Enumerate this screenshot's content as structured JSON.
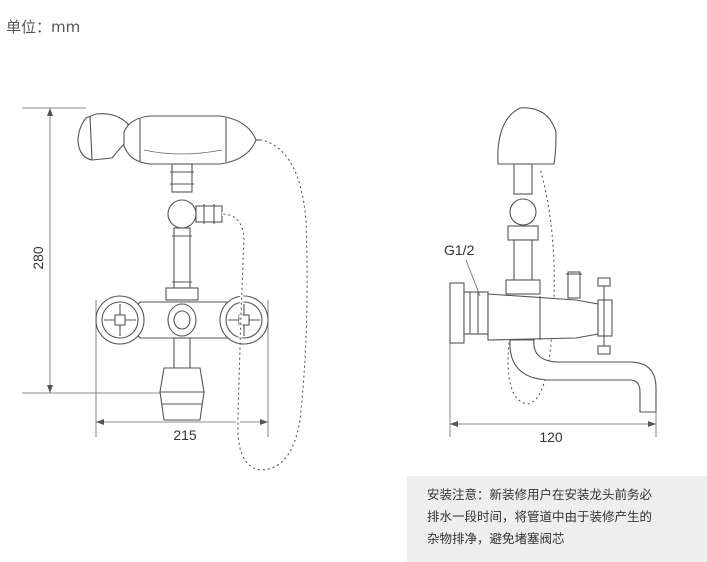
{
  "unit_label": "单位：mm",
  "dimensions": {
    "height_left": "280",
    "width_left": "215",
    "thread": "G1/2",
    "width_right": "120"
  },
  "notice": {
    "line1": "安装注意：新装修用户在安装龙头前务必",
    "line2": "排水一段时间，将管道中由于装修产生的",
    "line3": "杂物排净，避免堵塞阀芯"
  }
}
